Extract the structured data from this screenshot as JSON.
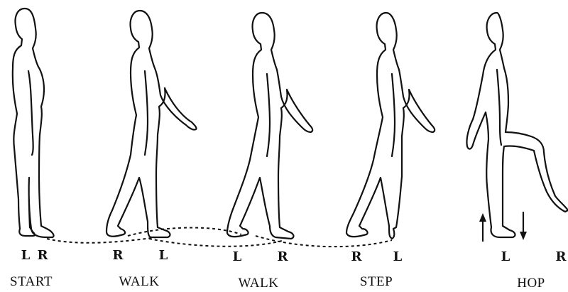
{
  "figures": [
    {
      "name": "start",
      "label": "START",
      "feet": [
        "L",
        "R"
      ]
    },
    {
      "name": "walk-1",
      "label": "WALK",
      "feet": [
        "R",
        "L"
      ]
    },
    {
      "name": "walk-2",
      "label": "WALK",
      "feet": [
        "L",
        "R"
      ]
    },
    {
      "name": "step",
      "label": "STEP",
      "feet": [
        "R",
        "L"
      ]
    },
    {
      "name": "hop",
      "label": "HOP",
      "feet": [
        "L",
        "R"
      ]
    }
  ],
  "hop_arrows": [
    "up",
    "down"
  ]
}
